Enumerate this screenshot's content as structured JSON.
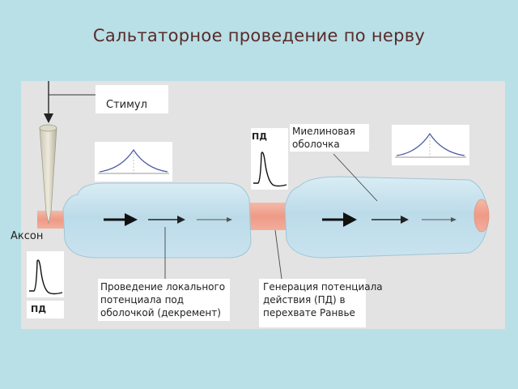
{
  "title": "Сальтаторное проведение по нерву",
  "labels": {
    "stimulus": "Стимул",
    "axon": "Аксон",
    "ap_bottom": "ПД",
    "ap_top": "ПД",
    "myelin_line1": "Миелиновая",
    "myelin_line2": "оболочка",
    "local_line1": "Проведение локального",
    "local_line2": "потенциала под",
    "local_line3": "оболочкой (декремент)",
    "gen_line1": "Генерация потенциала",
    "gen_line2": "действия (ПД) в",
    "gen_line3": "перехвате Ранвье"
  },
  "colors": {
    "background": "#b8e0e6",
    "panel": "#e3e3e3",
    "myelin": "#c8e2ee",
    "node": "#f0a090",
    "title": "#5a2a2a",
    "curve": "#4a5aa0"
  }
}
